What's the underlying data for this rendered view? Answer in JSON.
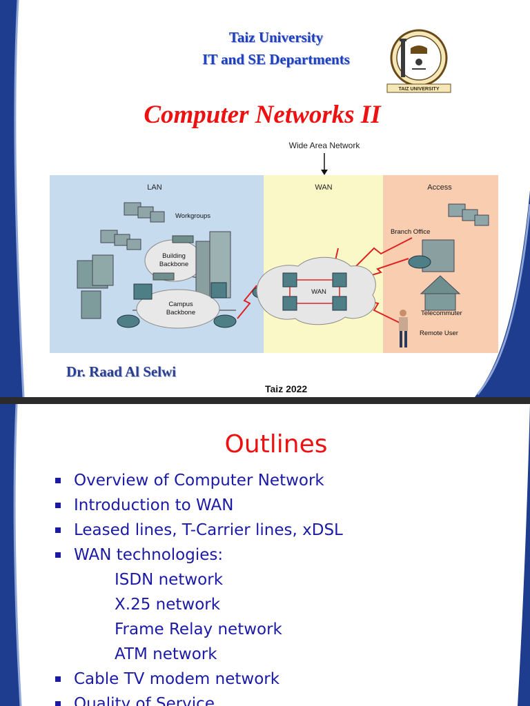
{
  "slide1": {
    "university": "Taiz University",
    "departments": "IT and SE Departments",
    "course_title": "Computer Networks II",
    "logo_caption": "TAIZ UNIVERSITY",
    "diagram": {
      "caption": "Wide Area Network",
      "zones": [
        "LAN",
        "WAN",
        "Access"
      ],
      "labels": {
        "workgroups": "Workgroups",
        "building_backbone": [
          "Building",
          "Backbone"
        ],
        "campus_backbone": [
          "Campus",
          "Backbone"
        ],
        "wan_cloud": "WAN",
        "branch_office": "Branch Office",
        "telecommuter": "Telecommuter",
        "remote_user": "Remote User"
      }
    },
    "author": "Dr. Raad Al Selwi",
    "place_year": "Taiz 2022"
  },
  "slide2": {
    "title": "Outlines",
    "items": [
      {
        "text": "Overview of Computer Network",
        "level": 1
      },
      {
        "text": "Introduction to WAN",
        "level": 1
      },
      {
        "text": "Leased lines, T-Carrier lines, xDSL",
        "level": 1
      },
      {
        "text": "WAN technologies:",
        "level": 1
      },
      {
        "text": "ISDN network",
        "level": 2
      },
      {
        "text": "X.25 network",
        "level": 2
      },
      {
        "text": "Frame Relay network",
        "level": 2
      },
      {
        "text": "ATM network",
        "level": 2
      },
      {
        "text": "Cable TV modem network",
        "level": 1
      },
      {
        "text": "Quality of Service",
        "level": 1
      }
    ]
  },
  "colors": {
    "title_red": "#ee1111",
    "navy": "#1f3fbf",
    "bullet_blue": "#1a1aa6",
    "lan_zone": "#c6dcee",
    "wan_zone": "#fbf8c8",
    "access_zone": "#f8cdb0"
  }
}
